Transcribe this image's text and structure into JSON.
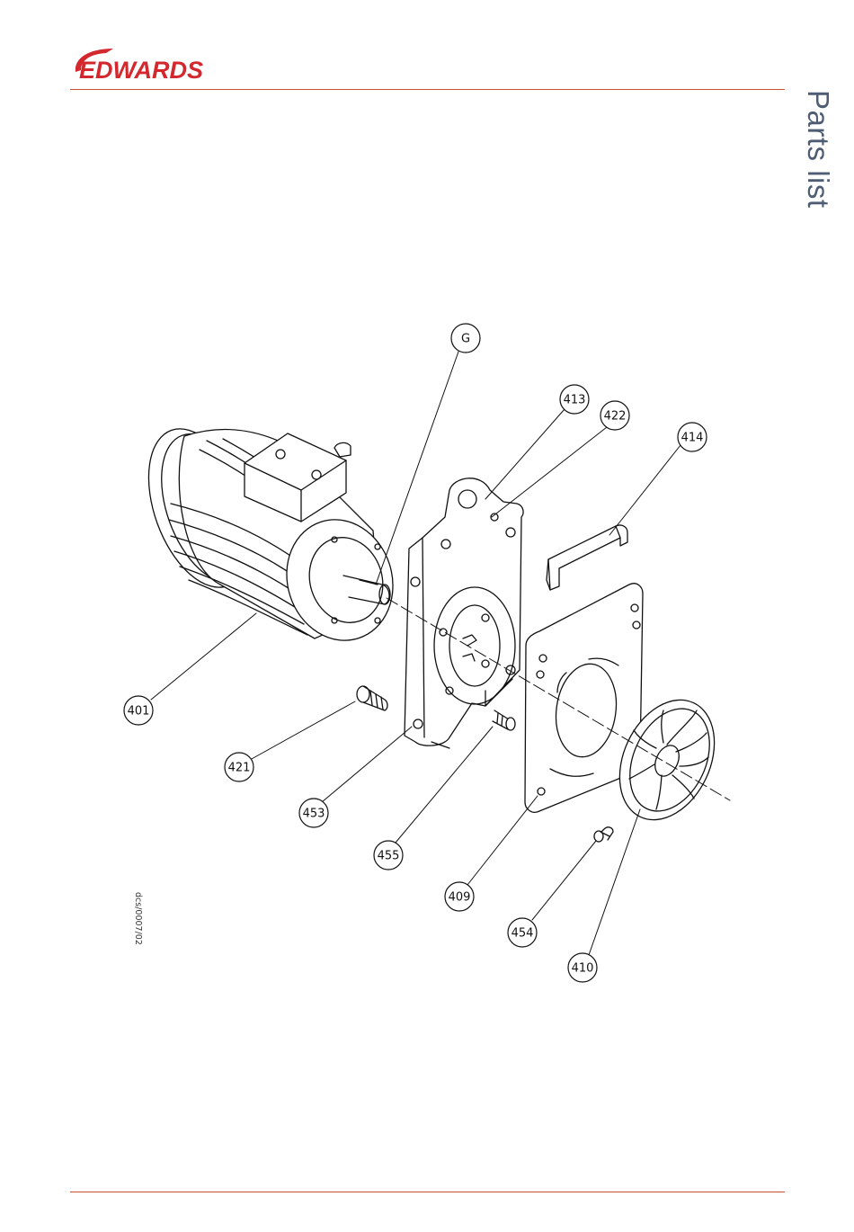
{
  "header": {
    "brand": "EDWARDS",
    "section_title": "Parts list"
  },
  "figure": {
    "drawing_id": "dcs/0007/02",
    "callouts": [
      {
        "id": "G",
        "label": "G"
      },
      {
        "id": "413",
        "label": "413"
      },
      {
        "id": "422",
        "label": "422"
      },
      {
        "id": "414",
        "label": "414"
      },
      {
        "id": "401",
        "label": "401"
      },
      {
        "id": "421",
        "label": "421"
      },
      {
        "id": "453",
        "label": "453"
      },
      {
        "id": "455",
        "label": "455"
      },
      {
        "id": "409",
        "label": "409"
      },
      {
        "id": "454",
        "label": "454"
      },
      {
        "id": "410",
        "label": "410"
      }
    ]
  },
  "colors": {
    "brand_red": "#d2282e",
    "rule": "#c8502e",
    "title": "#4e5d73"
  }
}
